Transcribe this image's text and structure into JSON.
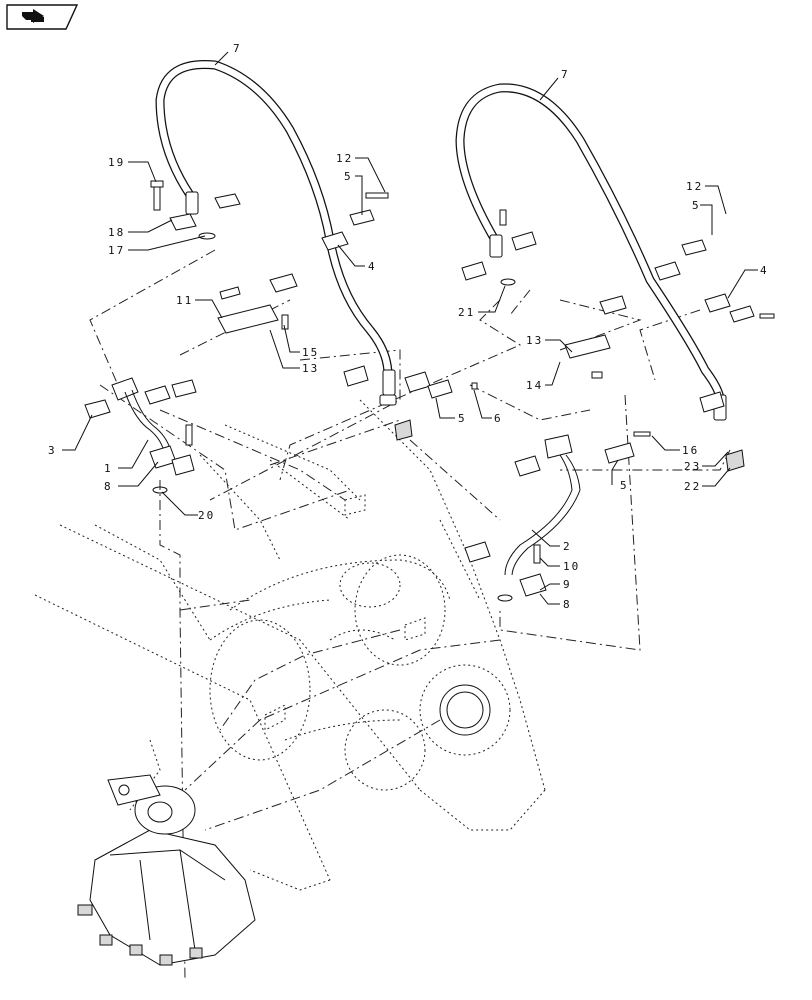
{
  "toolbar": {
    "nav_icon": "arrow-right-icon",
    "nav_button_label": ""
  },
  "callouts": [
    "7",
    "7",
    "19",
    "18",
    "17",
    "12",
    "5",
    "4",
    "11",
    "15",
    "13",
    "3",
    "1",
    "8",
    "20",
    "5",
    "6",
    "21",
    "13",
    "14",
    "12",
    "5",
    "4",
    "16",
    "23",
    "22",
    "5",
    "2",
    "10",
    "9",
    "8"
  ]
}
